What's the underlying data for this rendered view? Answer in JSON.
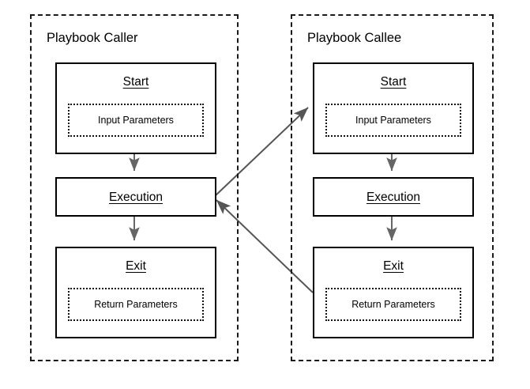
{
  "diagram": {
    "title_hidden": "",
    "colors": {
      "box_border": "#000000",
      "group_border": "#1a1a1a",
      "arrow": "#666666",
      "background": "#ffffff",
      "text": "#000000"
    },
    "groups": [
      {
        "id": "caller",
        "label": "Playbook Caller",
        "nodes": [
          {
            "id": "caller-start",
            "label": "Start",
            "param_label": "Input Parameters",
            "has_params": true
          },
          {
            "id": "caller-execution",
            "label": "Execution",
            "param_label": "",
            "has_params": false
          },
          {
            "id": "caller-exit",
            "label": "Exit",
            "param_label": "Return Parameters",
            "has_params": true
          }
        ]
      },
      {
        "id": "callee",
        "label": "Playbook Callee",
        "nodes": [
          {
            "id": "callee-start",
            "label": "Start",
            "param_label": "Input Parameters",
            "has_params": true
          },
          {
            "id": "callee-execution",
            "label": "Execution",
            "param_label": "",
            "has_params": false
          },
          {
            "id": "callee-exit",
            "label": "Exit",
            "param_label": "Return Parameters",
            "has_params": true
          }
        ]
      }
    ],
    "edges": [
      {
        "id": "caller-start-to-execution",
        "from": "caller-start",
        "to": "caller-execution",
        "kind": "vertical-flow"
      },
      {
        "id": "caller-execution-to-exit",
        "from": "caller-execution",
        "to": "caller-exit",
        "kind": "vertical-flow"
      },
      {
        "id": "callee-start-to-execution",
        "from": "callee-start",
        "to": "callee-execution",
        "kind": "vertical-flow"
      },
      {
        "id": "callee-execution-to-exit",
        "from": "callee-execution",
        "to": "callee-exit",
        "kind": "vertical-flow"
      },
      {
        "id": "call-edge",
        "from": "caller-execution",
        "to": "callee-start",
        "kind": "cross-call"
      },
      {
        "id": "return-edge",
        "from": "callee-exit",
        "to": "caller-execution",
        "kind": "cross-return"
      }
    ]
  }
}
